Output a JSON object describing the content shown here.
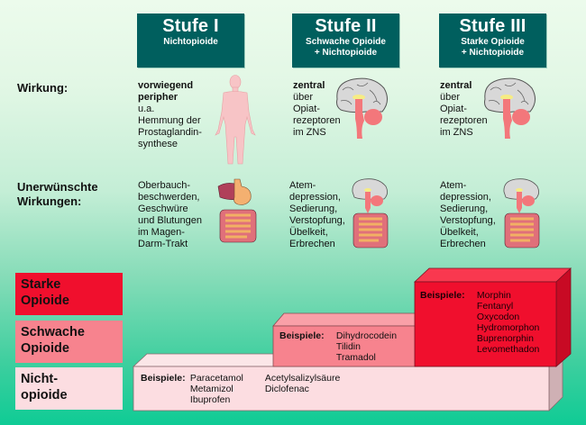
{
  "stufen": [
    {
      "title": "Stufe I",
      "subtitle_lines": [
        "Nichtopioide"
      ]
    },
    {
      "title": "Stufe II",
      "subtitle_lines": [
        "Schwache Opioide",
        "+ Nichtopioide"
      ]
    },
    {
      "title": "Stufe III",
      "subtitle_lines": [
        "Starke Opioide",
        "+ Nichtopioide"
      ]
    }
  ],
  "rows": {
    "wirkung_label": "Wirkung:",
    "unerwuenscht_label_lines": [
      "Unerwünschte",
      "Wirkungen:"
    ]
  },
  "wirkung": [
    {
      "bold_lines": [
        "vorwiegend",
        "peripher"
      ],
      "lines": [
        "u.a.",
        "Hemmung der",
        "Prostaglandin-",
        "synthese"
      ],
      "icon": "human-body-icon"
    },
    {
      "bold_lines": [
        "zentral"
      ],
      "lines": [
        "über",
        "Opiat-",
        "rezeptoren",
        "im ZNS"
      ],
      "icon": "brain-icon"
    },
    {
      "bold_lines": [
        "zentral"
      ],
      "lines": [
        "über",
        "Opiat-",
        "rezeptoren",
        "im ZNS"
      ],
      "icon": "brain-icon"
    }
  ],
  "nebenwirkungen": [
    {
      "lines": [
        "Oberbauch-",
        "beschwerden,",
        "Geschwüre",
        "und Blutungen",
        "im Magen-",
        "Darm-Trakt"
      ],
      "icon": "digestive-tract-icon"
    },
    {
      "lines": [
        "Atem-",
        "depression,",
        "Sedierung,",
        "Verstopfung,",
        "Übelkeit,",
        "Erbrechen"
      ],
      "icon": "brain-and-intestine-icon"
    },
    {
      "lines": [
        "Atem-",
        "depression,",
        "Sedierung,",
        "Verstopfung,",
        "Übelkeit,",
        "Erbrechen"
      ],
      "icon": "brain-and-intestine-icon"
    }
  ],
  "legend": [
    {
      "lines": [
        "Starke",
        "Opioide"
      ],
      "color": "#f00f2d"
    },
    {
      "lines": [
        "Schwache",
        "Opioide"
      ],
      "color": "#f7838e"
    },
    {
      "lines": [
        "Nicht-",
        "opioide"
      ],
      "color": "#fcdde1"
    }
  ],
  "examples": {
    "label": "Beispiele:",
    "nichtopioide": {
      "col1": [
        "Paracetamol",
        "Metamizol",
        "Ibuprofen"
      ],
      "col2": [
        "Acetylsalizylsäure",
        "Diclofenac"
      ]
    },
    "schwache": [
      "Dihydrocodein",
      "Tilidin",
      "Tramadol"
    ],
    "starke": [
      "Morphin",
      "Fentanyl",
      "Oxycodon",
      "Hydromorphon",
      "Buprenorphin",
      "Levomethadon"
    ]
  },
  "colors": {
    "stufe_header": "#005f5e",
    "starke": "#f00f2d",
    "schwache": "#f7838e",
    "nicht": "#fcdde1"
  }
}
